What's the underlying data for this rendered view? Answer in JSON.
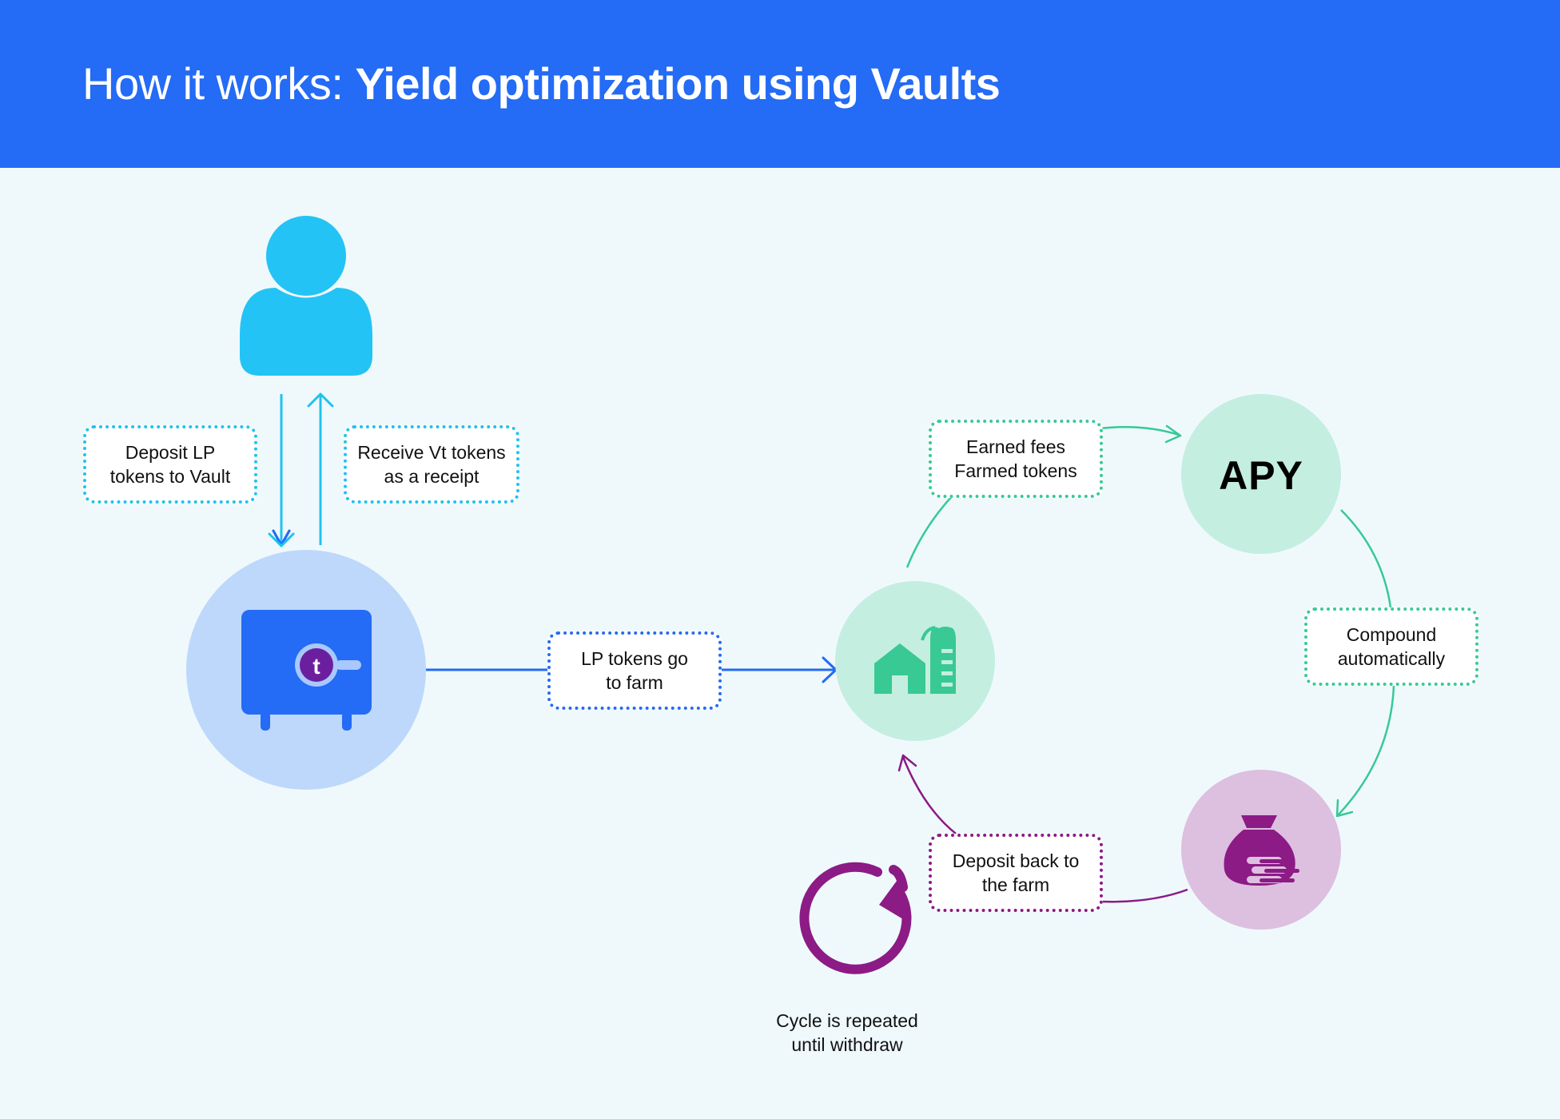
{
  "header": {
    "title_prefix": "How it works:",
    "title_bold": "Yield optimization using Vaults"
  },
  "labels": {
    "deposit_lp": [
      "Deposit LP",
      "tokens to Vault"
    ],
    "receive_vt": [
      "Receive Vt tokens",
      "as a receipt"
    ],
    "lp_to_farm": [
      "LP tokens go",
      "to farm"
    ],
    "earned": [
      "Earned fees",
      "Farmed tokens"
    ],
    "compound": [
      "Compound",
      "automatically"
    ],
    "deposit_back": [
      "Deposit back to",
      "the farm"
    ],
    "cycle": [
      "Cycle is repeated",
      "until withdraw"
    ]
  },
  "nodes": {
    "apy": "APY"
  },
  "icons": {
    "user": "user-icon",
    "vault": "vault-safe-icon",
    "farm": "farm-barn-icon",
    "money_bag": "money-bag-icon",
    "cycle": "refresh-cycle-icon"
  },
  "colors": {
    "header_bg": "#246bf5",
    "page_bg": "#eff9fc",
    "cyan": "#1fc2ee",
    "blue": "#246bf5",
    "green": "#38c995",
    "purple": "#8c1b85",
    "vault_circle": "#bed8fb",
    "farm_circle": "#c4eee0",
    "bag_circle": "#ddbfe0"
  }
}
